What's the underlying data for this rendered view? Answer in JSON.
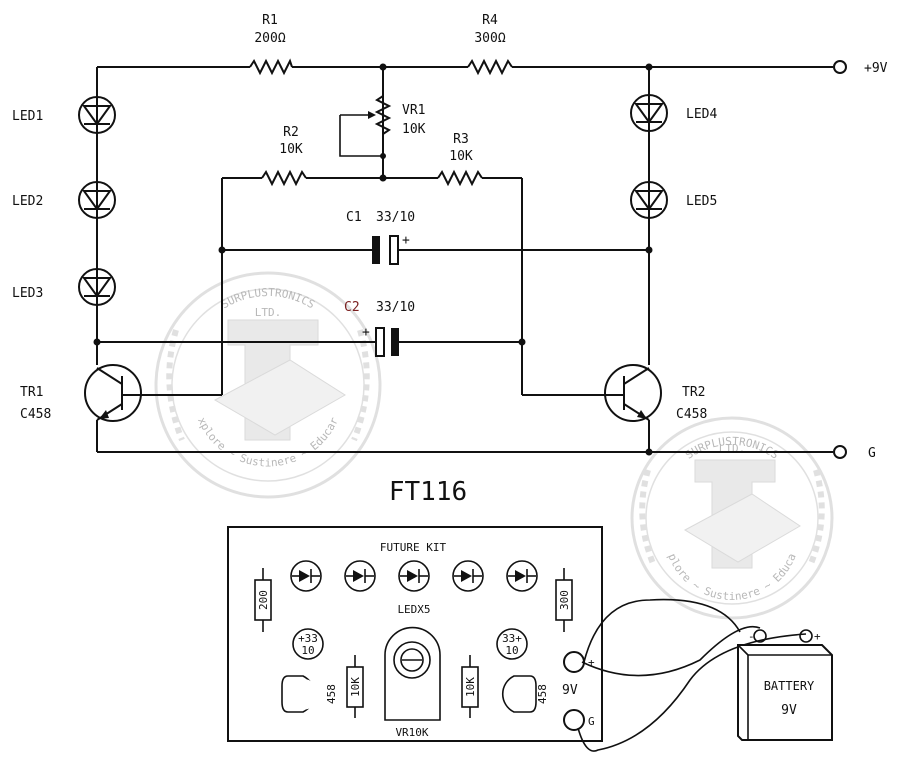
{
  "title": "FT116",
  "components": {
    "R1": {
      "ref": "R1",
      "value": "200Ω"
    },
    "R4": {
      "ref": "R4",
      "value": "300Ω"
    },
    "VR1": {
      "ref": "VR1",
      "value": "10K"
    },
    "R2": {
      "ref": "R2",
      "value": "10K"
    },
    "R3": {
      "ref": "R3",
      "value": "10K"
    },
    "C1": {
      "ref": "C1",
      "value": "33/10"
    },
    "C2": {
      "ref": "C2",
      "value": "33/10"
    },
    "LED1": "LED1",
    "LED2": "LED2",
    "LED3": "LED3",
    "LED4": "LED4",
    "LED5": "LED5",
    "TR1": {
      "ref": "TR1",
      "part": "C458"
    },
    "TR2": {
      "ref": "TR2",
      "part": "C458"
    }
  },
  "terminals": {
    "plus": "+9V",
    "ground": "G"
  },
  "pcb": {
    "kit_label": "FUTURE KIT",
    "led_label": "LEDX5",
    "r200": "200",
    "r300": "300",
    "cap_left": "+33",
    "cap_left_b": "10",
    "cap_right": "33+",
    "cap_right_b": "10",
    "r10k_left": "10K",
    "r10k_right": "10K",
    "tr_left": "458",
    "tr_right": "458",
    "vr": "VR10K",
    "pad_plus": "+",
    "pad_9v": "9V",
    "pad_g": "G"
  },
  "battery": {
    "label": "BATTERY",
    "voltage": "9V",
    "minus": "-",
    "plus": "+"
  },
  "watermark": {
    "name": "SURPLUSTRONICS",
    "ltd": "LTD.",
    "motto": "Explore ~ Sustinere ~ Educare"
  }
}
